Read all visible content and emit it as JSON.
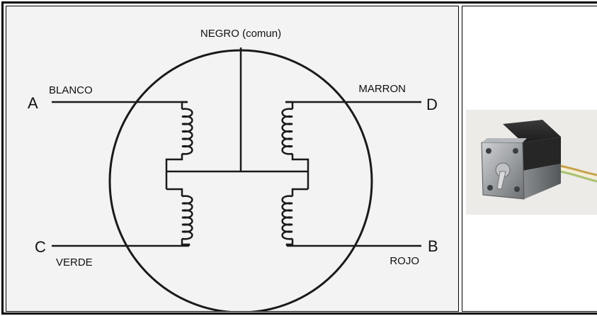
{
  "diagram": {
    "center_wire": "NEGRO (comun)",
    "terminals": [
      {
        "letter": "A",
        "color": "BLANCO"
      },
      {
        "letter": "D",
        "color": "MARRON"
      },
      {
        "letter": "C",
        "color": "VERDE"
      },
      {
        "letter": "B",
        "color": "ROJO"
      }
    ]
  },
  "photo": {
    "subject_icon": "stepper-motor-icon"
  }
}
